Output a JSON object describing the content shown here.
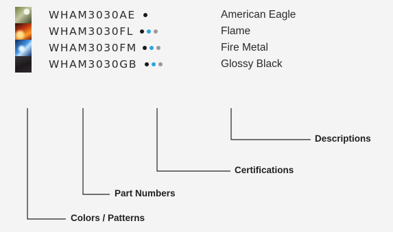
{
  "legend_rows": [
    {
      "swatch_name": "american-eagle-swatch",
      "part_number": "WHAM3030AE",
      "certification_dots": [
        "black"
      ],
      "description": "American Eagle"
    },
    {
      "swatch_name": "flame-swatch",
      "part_number": "WHAM3030FL",
      "certification_dots": [
        "black",
        "blue",
        "gray"
      ],
      "description": "Flame"
    },
    {
      "swatch_name": "fire-metal-swatch",
      "part_number": "WHAM3030FM",
      "certification_dots": [
        "black",
        "blue",
        "gray"
      ],
      "description": "Fire Metal"
    },
    {
      "swatch_name": "glossy-black-swatch",
      "part_number": "WHAM3030GB",
      "certification_dots": [
        "black",
        "blue",
        "gray"
      ],
      "description": "Glossy Black"
    }
  ],
  "callouts": {
    "descriptions": "Descriptions",
    "certifications": "Certifications",
    "part_numbers": "Part Numbers",
    "colors_patterns": "Colors / Patterns"
  },
  "colors": {
    "background": "#f4f4f4",
    "dot_black": "#1a1a1a",
    "dot_blue": "#2aa6e0",
    "dot_gray": "#9a9a9a",
    "line": "#222222"
  }
}
